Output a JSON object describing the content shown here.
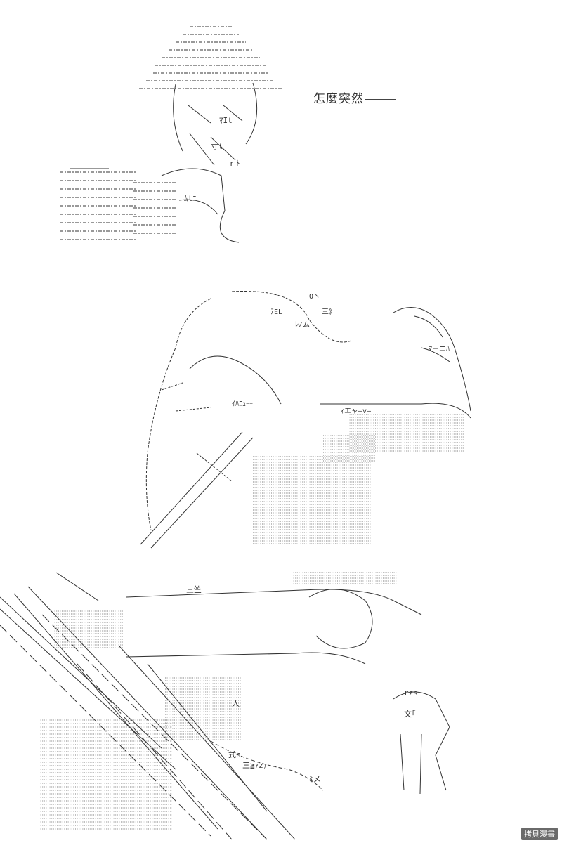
{
  "caption": {
    "text": "怎麼突然",
    "dash": "——"
  },
  "watermark": {
    "text": "拷貝漫畫"
  },
  "art_fragments": {
    "p1_a": "ｒﾄ",
    "p1_b": "寸t",
    "p1_c": "ﾏIt",
    "p1_d": "ﾑtﾆ",
    "p2_a": "ﾃEL",
    "p2_b": "三》",
    "p2_c": "Oヽ",
    "p2_d": "ｨエャ―v―",
    "p2_e": "ﾏ三ニﾊ",
    "p2_f": "ｲﾊﾆｭｰｰ",
    "p2_g": "ﾚ/ム",
    "p3_a": "三竺",
    "p3_b": "式h",
    "p3_c": "三≧ｧzｧ",
    "p3_d": "rzs",
    "p3_e": "文｢",
    "p3_f": "ﾐメ",
    "p3_g": "人"
  }
}
